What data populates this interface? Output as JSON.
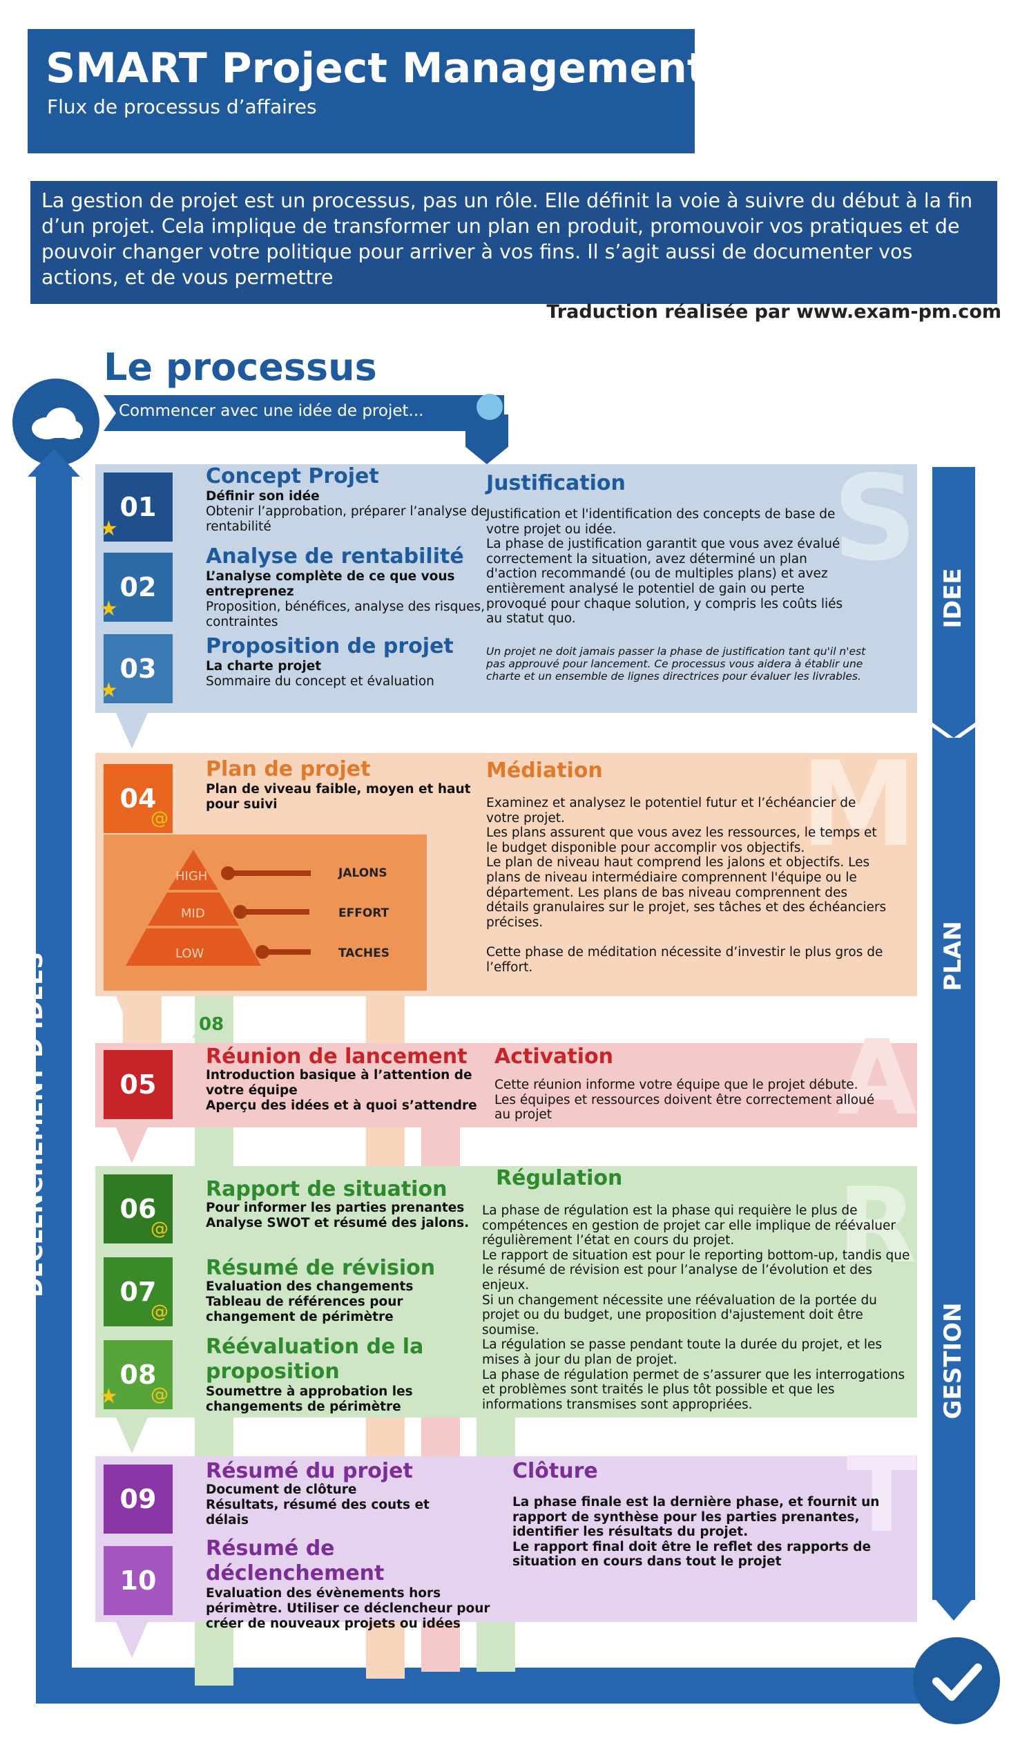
{
  "header": {
    "title": "SMART Project Management",
    "subtitle": "Flux de processus d’affaires"
  },
  "intro": {
    "text": "La gestion de projet est un processus, pas un rôle. Elle définit la voie à suivre du début à la fin d’un projet. Cela implique de transformer un plan en produit, promouvoir vos pratiques et de pouvoir changer votre politique pour arriver à vos fins. Il s’agit aussi de documenter vos actions, et de vous permettre"
  },
  "credit": "Traduction réalisée par www.exam-pm.com",
  "process": {
    "title": "Le processus",
    "start": "Commencer avec une idée de projet..."
  },
  "side_labels": {
    "left": "DECLENCHEMENT D’IDEES",
    "right_1": "IDEE",
    "right_2": "PLAN",
    "right_3": "GESTION"
  },
  "letters": {
    "s": "S",
    "m": "M",
    "a": "A",
    "r": "R",
    "t": "T"
  },
  "colors": {
    "blue": "#1f5a9c",
    "idea": "#c5d5e5",
    "plan": "#f7d6bd",
    "activation": "#f4c9c9",
    "regulation": "#cfe6c6",
    "closure": "#e5d2ee"
  },
  "steps": {
    "s01": {
      "num": "01",
      "title": "Concept Projet",
      "desc_bold": "Définir son idée",
      "desc": "Obtenir l’approbation, préparer l’analyse de rentabilité"
    },
    "s02": {
      "num": "02",
      "title": "Analyse de rentabilité",
      "desc_bold": "L’analyse complète de ce que vous entreprenez",
      "desc": "Proposition, bénéfices, analyse des risques, contraintes"
    },
    "s03": {
      "num": "03",
      "title": "Proposition de projet",
      "desc_bold": "La charte projet",
      "desc": "Sommaire du concept et évaluation"
    },
    "s04": {
      "num": "04",
      "title": "Plan de projet",
      "desc_bold": "Plan de viveau faible, moyen et haut pour suivi"
    },
    "s05": {
      "num": "05",
      "title": "Réunion de lancement",
      "desc": "Introduction basique à l’attention de votre équipe",
      "desc2": "Aperçu des idées et à quoi s’attendre"
    },
    "s06": {
      "num": "06",
      "title": "Rapport de situation",
      "desc": "Pour informer les parties prenantes",
      "desc2": "Analyse SWOT et résumé des jalons."
    },
    "s07": {
      "num": "07",
      "title": "Résumé de révision",
      "desc": "Evaluation des changements",
      "desc2": "Tableau de références pour changement de périmètre"
    },
    "s08": {
      "num": "08",
      "title": "Réévaluation de la proposition",
      "desc": "Soumettre à approbation les changements de périmètre"
    },
    "s09": {
      "num": "09",
      "title": "Résumé du projet",
      "desc": "Document de clôture",
      "desc2": "Résultats, résumé des couts et délais"
    },
    "s10": {
      "num": "10",
      "title": "Résumé de déclenchement",
      "desc": "Evaluation des évènements hors périmètre. Utiliser ce déclencheur pour créer de nouveaux projets ou idées"
    }
  },
  "pyramid": {
    "high": "HIGH",
    "mid": "MID",
    "low": "LOW",
    "jalons": "JALONS",
    "effort": "EFFORT",
    "taches": "TACHES"
  },
  "marker_08": "08",
  "phases": {
    "justification": {
      "title": "Justification",
      "body": "Justification et l'identification des concepts de base de votre projet ou idée.\nLa phase de justification garantit que vous avez évalué correctement la situation, avez déterminé un plan d'action recommandé (ou de multiples plans) et avez entièrement analysé le potentiel de gain ou perte provoqué pour chaque solution, y compris les coûts liés au statut quo.",
      "note": "Un projet ne doit jamais passer la phase de justification tant qu'il n'est pas approuvé pour lancement. Ce processus vous aidera à établir une charte et un ensemble de lignes directrices pour évaluer les livrables."
    },
    "mediation": {
      "title": "Médiation",
      "body": "Examinez et analysez le potentiel futur et l’échéancier de votre projet.\nLes plans assurent que vous avez les ressources, le temps et le budget disponible pour accomplir vos objectifs.\nLe plan de niveau haut comprend les jalons et objectifs. Les plans de niveau intermédiaire comprennent l'équipe ou le département. Les plans de bas niveau comprennent des détails granulaires sur le projet, ses tâches et des échéanciers précises.\n\nCette phase de méditation nécessite d’investir le plus gros de l’effort."
    },
    "activation": {
      "title": "Activation",
      "body": "Cette réunion informe votre équipe que le projet débute. Les équipes et ressources doivent être correctement alloué au projet"
    },
    "regulation": {
      "title": "Régulation",
      "body": "La phase de régulation est la phase qui requière le plus de compétences en gestion de projet car elle implique de réévaluer régulièrement l’état en cours du projet.\nLe rapport de situation est pour le reporting bottom-up, tandis que le résumé de révision est pour l’analyse de l’évolution et des enjeux.\nSi un changement nécessite une réévaluation de la portée du projet ou du budget, une proposition d'ajustement doit être soumise.\nLa régulation se passe pendant toute la durée du projet, et les mises à jour du plan de projet.\nLa phase de régulation permet de s’assurer que les interrogations et problèmes sont traités le plus tôt possible et que les informations transmises sont appropriées."
    },
    "cloture": {
      "title": "Clôture",
      "body": "La phase finale est la dernière phase, et fournit un rapport de synthèse pour les parties prenantes, identifier les résultats du projet.\nLe rapport final doit être le reflet des rapports de situation en cours dans tout le projet"
    }
  }
}
